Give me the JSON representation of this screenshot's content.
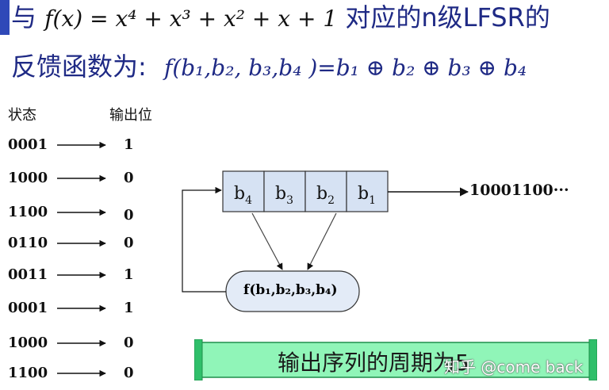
{
  "title": {
    "line1_prefix": "与",
    "line1_formula": "f(x) = x⁴ + x³ + x² + x + 1",
    "line1_suffix": "对应的n级LFSR的",
    "line2_prefix": "反馈函数为:",
    "line2_formula": "f(b₁,b₂, b₃,b₄ )=b₁ ⊕ b₂ ⊕ b₃ ⊕ b₄"
  },
  "table": {
    "header_state": "状态",
    "header_output": "输出位",
    "rows": [
      {
        "state": "0001",
        "bit": "1"
      },
      {
        "state": "1000",
        "bit": "0"
      },
      {
        "state": "1100",
        "bit": "0"
      },
      {
        "state": "0110",
        "bit": "0"
      },
      {
        "state": "0011",
        "bit": "1"
      },
      {
        "state": "0001",
        "bit": "1"
      },
      {
        "state": "1000",
        "bit": "0"
      },
      {
        "state": "1100",
        "bit": "0"
      }
    ]
  },
  "register": {
    "cells": [
      {
        "base": "b",
        "sub": "4"
      },
      {
        "base": "b",
        "sub": "3"
      },
      {
        "base": "b",
        "sub": "2"
      },
      {
        "base": "b",
        "sub": "1"
      }
    ],
    "output_sequence": "10001100···"
  },
  "feedback_function": "f(b₁,b₂,b₃,b₄)",
  "banner": {
    "text": "输出序列的周期为5"
  },
  "watermark": "知乎 @come back",
  "colors": {
    "title_blue": "#1f2a85",
    "accent_bar": "#2f49b8",
    "register_fill": "#d6e2f3",
    "feedback_fill": "#e3ebf7",
    "banner_green": "#90f5b8",
    "banner_border": "#1e8f4a"
  }
}
